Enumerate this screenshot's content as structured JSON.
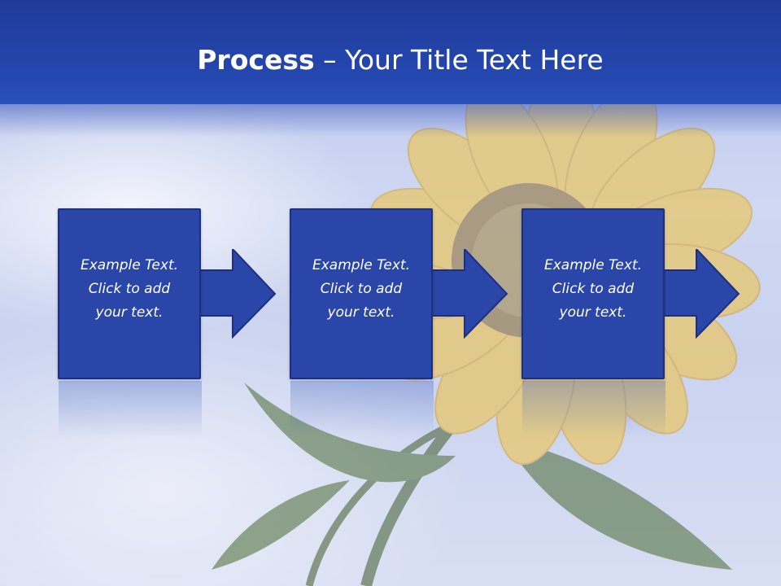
{
  "title": {
    "bold_part": "Process",
    "rest": " – Your Title Text Here"
  },
  "steps": [
    {
      "text": "Example Text.\nClick  to add\nyour text."
    },
    {
      "text": "Example Text.\nClick  to add\nyour text."
    },
    {
      "text": "Example Text.\nClick  to add\nyour text."
    }
  ],
  "colors": {
    "header": "#2447ae",
    "box": "#2a46a8",
    "box_border": "#1c2f80",
    "petal": "#f2c23a"
  },
  "icons": [
    "right-arrow-icon",
    "right-arrow-icon",
    "right-arrow-icon"
  ]
}
